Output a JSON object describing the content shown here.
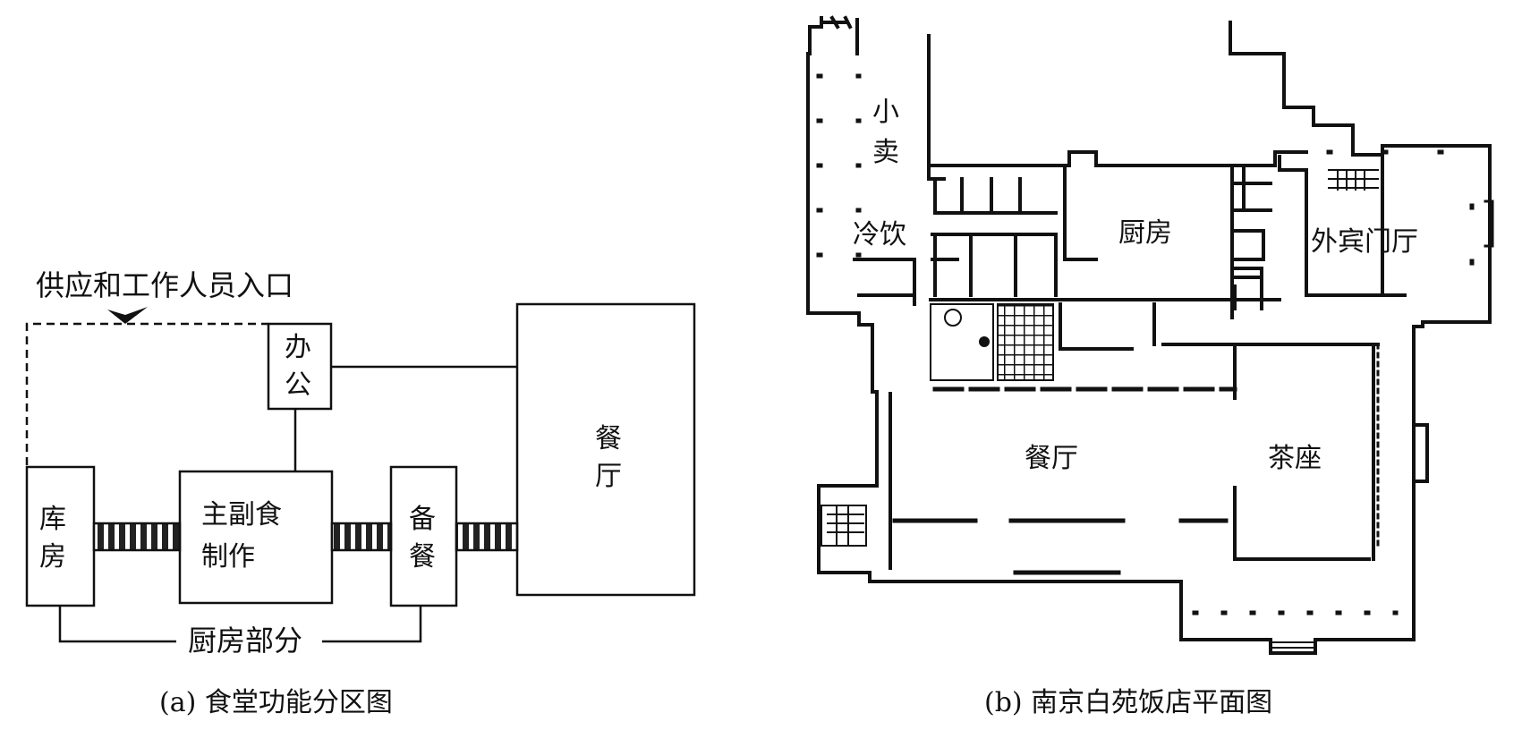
{
  "diagram_a": {
    "entrance_label": "供应和工作人员入口",
    "office": [
      "办",
      "公"
    ],
    "storage": [
      "库",
      "房"
    ],
    "production": [
      "主副食",
      "制作"
    ],
    "serving": [
      "备",
      "餐"
    ],
    "dining": [
      "餐",
      "厅"
    ],
    "kitchen_group": "厨房部分",
    "caption": "(a) 食堂功能分区图"
  },
  "diagram_b": {
    "snack": [
      "小",
      "卖"
    ],
    "cold_drinks": "冷饮",
    "kitchen": "厨房",
    "foreign_lobby": "外宾门厅",
    "dining_hall": "餐厅",
    "tea_room": "茶座",
    "caption": "(b) 南京白苑饭店平面图"
  },
  "colors": {
    "ink": "#111111",
    "background": "#ffffff"
  }
}
